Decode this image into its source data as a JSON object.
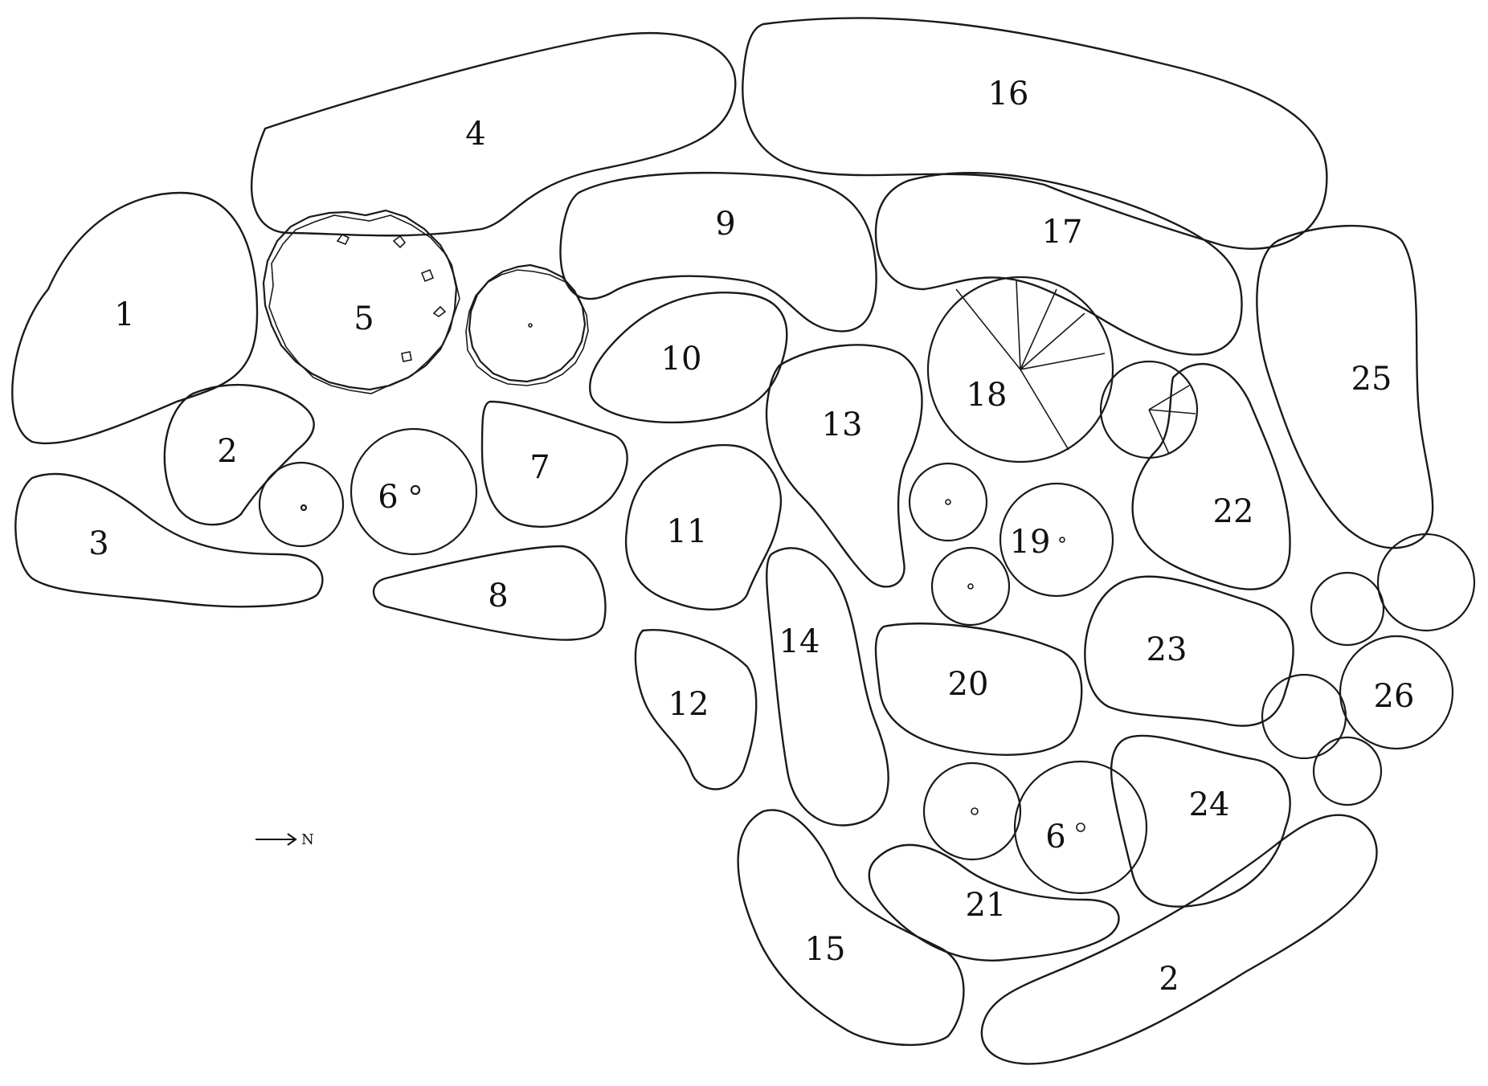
{
  "north_label": "N",
  "beds": [
    {
      "id": "1",
      "label": "1"
    },
    {
      "id": "2a",
      "label": "2"
    },
    {
      "id": "3",
      "label": "3"
    },
    {
      "id": "4",
      "label": "4"
    },
    {
      "id": "5",
      "label": "5"
    },
    {
      "id": "6a",
      "label": "6"
    },
    {
      "id": "7",
      "label": "7"
    },
    {
      "id": "8",
      "label": "8"
    },
    {
      "id": "9",
      "label": "9"
    },
    {
      "id": "10",
      "label": "10"
    },
    {
      "id": "11",
      "label": "11"
    },
    {
      "id": "12",
      "label": "12"
    },
    {
      "id": "13",
      "label": "13"
    },
    {
      "id": "14",
      "label": "14"
    },
    {
      "id": "15",
      "label": "15"
    },
    {
      "id": "16",
      "label": "16"
    },
    {
      "id": "17",
      "label": "17"
    },
    {
      "id": "18",
      "label": "18"
    },
    {
      "id": "19",
      "label": "19"
    },
    {
      "id": "20",
      "label": "20"
    },
    {
      "id": "21",
      "label": "21"
    },
    {
      "id": "2b",
      "label": "2"
    },
    {
      "id": "22",
      "label": "22"
    },
    {
      "id": "23",
      "label": "23"
    },
    {
      "id": "24",
      "label": "24"
    },
    {
      "id": "25",
      "label": "25"
    },
    {
      "id": "26",
      "label": "26"
    },
    {
      "id": "6b",
      "label": "6"
    }
  ]
}
